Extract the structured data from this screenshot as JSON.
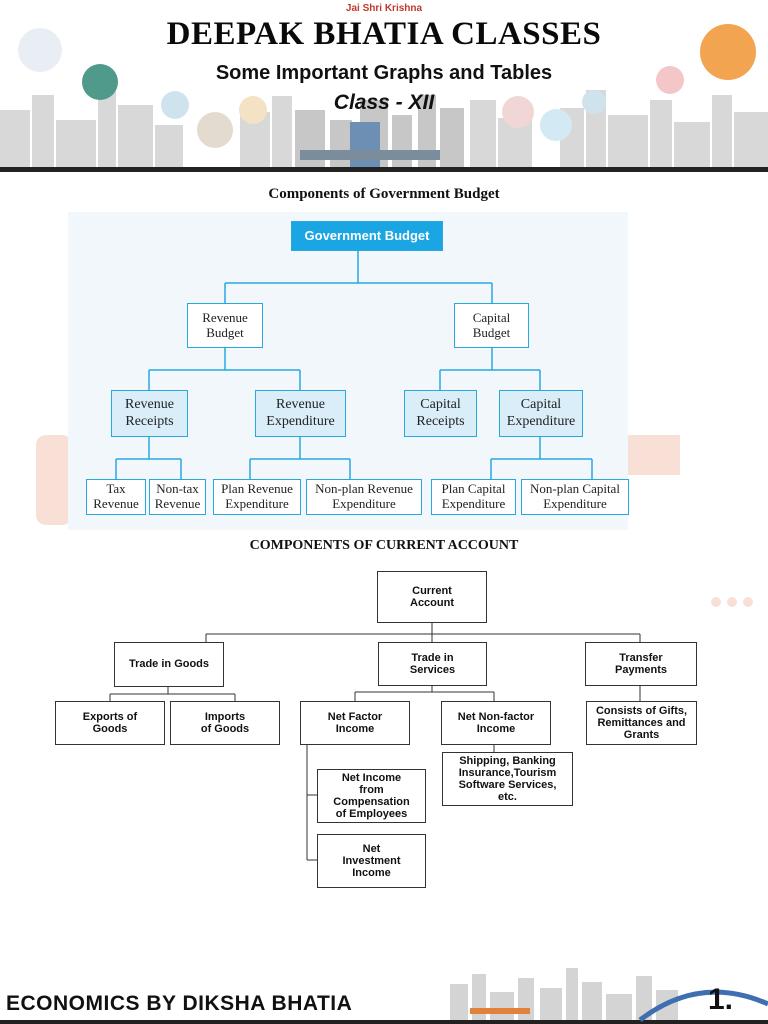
{
  "header": {
    "tagline": "Jai Shri Krishna",
    "title": "DEEPAK BHATIA CLASSES",
    "subtitle": "Some Important Graphs and Tables",
    "class_label": "Class - XII"
  },
  "budget_diagram": {
    "title": "Components of Government Budget",
    "root": "Government Budget",
    "revenue_budget": "Revenue\nBudget",
    "capital_budget": "Capital\nBudget",
    "revenue_receipts": "Revenue\nReceipts",
    "revenue_expenditure": "Revenue\nExpenditure",
    "capital_receipts": "Capital\nReceipts",
    "capital_expenditure": "Capital\nExpenditure",
    "tax_revenue": "Tax\nRevenue",
    "non_tax_revenue": "Non-tax\nRevenue",
    "plan_revenue_expenditure": "Plan Revenue\nExpenditure",
    "non_plan_revenue_expenditure": "Non-plan Revenue\nExpenditure",
    "plan_capital_expenditure": "Plan Capital\nExpenditure",
    "non_plan_capital_expenditure": "Non-plan Capital\nExpenditure"
  },
  "current_account_diagram": {
    "title": "COMPONENTS OF CURRENT ACCOUNT",
    "root": "Current\nAccount",
    "trade_in_goods": "Trade in Goods",
    "trade_in_services": "Trade in\nServices",
    "transfer_payments": "Transfer\nPayments",
    "exports_of_goods": "Exports of\nGoods",
    "imports_of_goods": "Imports\nof Goods",
    "net_factor_income": "Net Factor\nIncome",
    "net_non_factor_income": "Net Non-factor\nIncome",
    "consists_of_gifts": "Consists of Gifts,\nRemittances and\nGrants",
    "services_list": "Shipping, Banking\nInsurance,Tourism\nSoftware Services,\netc.",
    "net_income_compensation": "Net Income\nfrom\nCompensation\nof Employees",
    "net_investment_income": "Net\nInvestment\nIncome"
  },
  "footer": {
    "text": "ECONOMICS BY DIKSHA BHATIA",
    "page_number": "1."
  },
  "colors": {
    "budget_accent": "#19a6e3",
    "budget_light_fill": "#d9eef8",
    "watermark": "#f4c8b8"
  }
}
